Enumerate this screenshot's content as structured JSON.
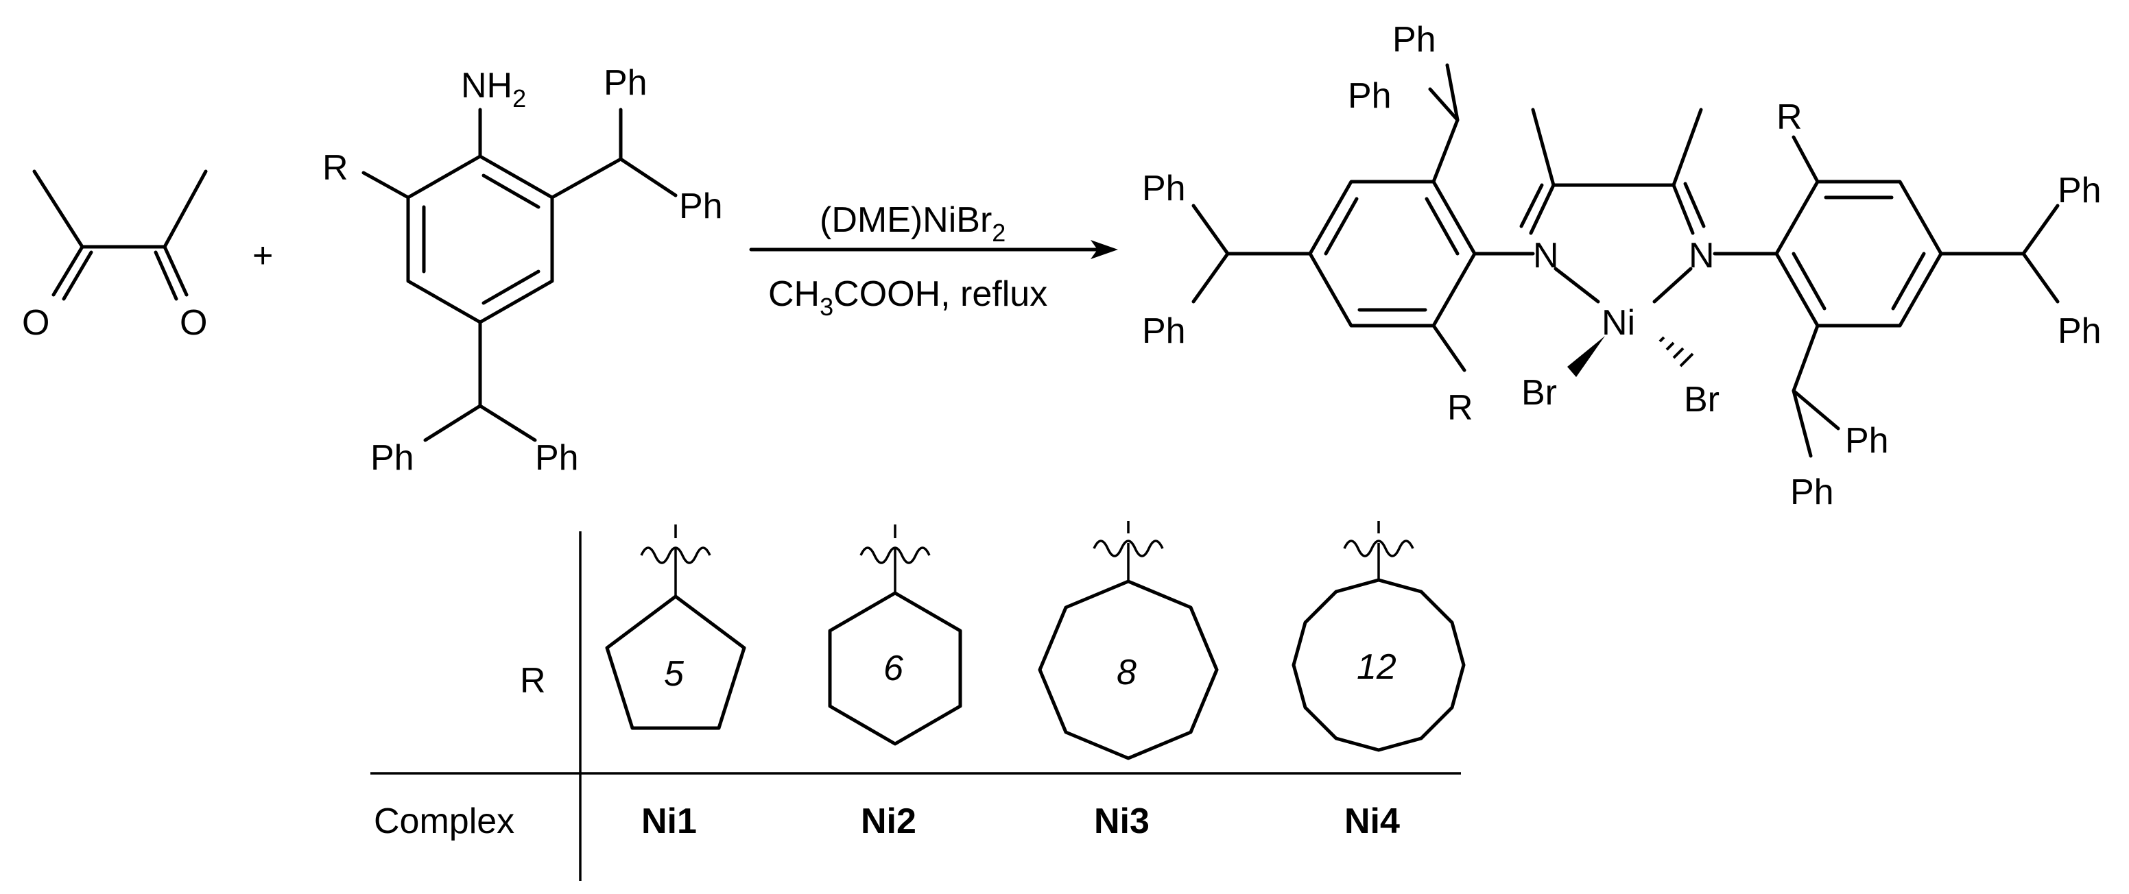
{
  "reactants": {
    "diketone": {
      "o1": "O",
      "o2": "O"
    },
    "plus": "+",
    "aniline": {
      "nh": "NH",
      "nh_sub": "2",
      "r": "R",
      "ph1": "Ph",
      "ph2": "Ph",
      "ph3": "Ph",
      "ph4": "Ph"
    }
  },
  "arrow": {
    "reagent_main": "(DME)NiBr",
    "reagent_sub": "2",
    "cond_a": "CH",
    "cond_a_sub": "3",
    "cond_b": "COOH, reflux"
  },
  "product": {
    "n1": "N",
    "n2": "N",
    "ni": "Ni",
    "br1": "Br",
    "br2": "Br",
    "r1": "R",
    "r2": "R",
    "ph": [
      "Ph",
      "Ph",
      "Ph",
      "Ph",
      "Ph",
      "Ph",
      "Ph",
      "Ph"
    ]
  },
  "table": {
    "row_r_label": "R",
    "row_complex_label": "Complex",
    "rings": [
      "5",
      "6",
      "8",
      "12"
    ],
    "complexes": [
      "Ni1",
      "Ni2",
      "Ni3",
      "Ni4"
    ]
  }
}
